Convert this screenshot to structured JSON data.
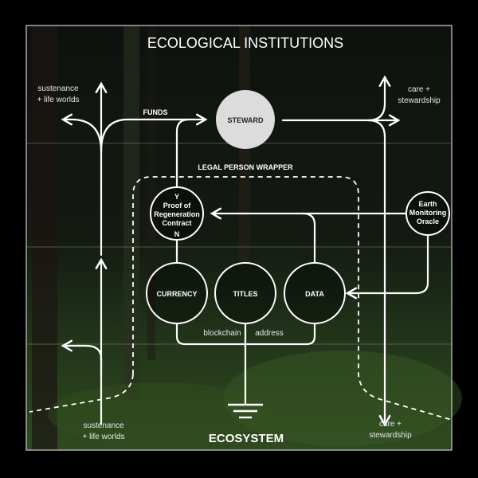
{
  "title": "ECOLOGICAL INSTITUTIONS",
  "bottom_title": "ECOSYSTEM",
  "wrapper_label": "LEGAL PERSON WRAPPER",
  "funds_label": "FUNDS",
  "nodes": {
    "steward": "STEWARD",
    "proof": {
      "yes": "Y",
      "line1": "Proof of",
      "line2": "Regeneration",
      "line3": "Contract",
      "no": "N"
    },
    "oracle": {
      "line1": "Earth",
      "line2": "Monitoring",
      "line3": "Oracle"
    },
    "currency": "CURRENCY",
    "titles": "TITLES",
    "data": "DATA"
  },
  "blockchain_label": "blockchain",
  "address_label": "address",
  "outputs": {
    "top_left": {
      "line1": "sustenance",
      "line2": "+ life worlds"
    },
    "top_right": {
      "line1": "care +",
      "line2": "stewardship"
    },
    "bottom_left": {
      "line1": "sustenance",
      "line2": "+ life worlds"
    },
    "bottom_right": {
      "line1": "care +",
      "line2": "stewardship"
    }
  },
  "colors": {
    "steward_fill": "#dcdcdc",
    "line": "#ffffff"
  }
}
